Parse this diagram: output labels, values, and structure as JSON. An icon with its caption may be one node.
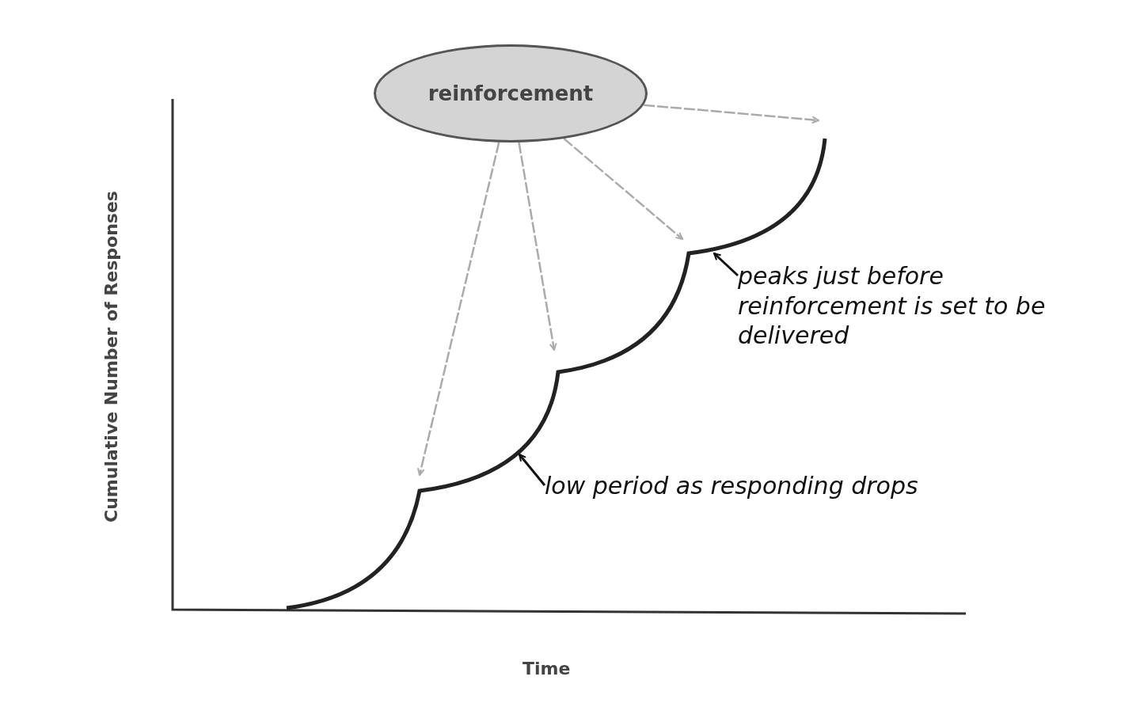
{
  "diagram": {
    "nodes": [
      {
        "text": [
          "reinforcement"
        ]
      },
      {
        "text": [
          "peaks just before reinforcement is set to be delivered"
        ]
      },
      {
        "text": [
          "low period as responding drops"
        ]
      }
    ],
    "edges": [
      {
        "from": 0,
        "to": null,
        "arrow": "to",
        "style": "dashed"
      },
      {
        "from": 0,
        "to": null,
        "arrow": "to",
        "style": "dashed"
      },
      {
        "from": 0,
        "to": null,
        "arrow": "to",
        "style": "dashed"
      },
      {
        "from": 0,
        "to": null,
        "arrow": "to",
        "style": "dashed"
      },
      {
        "from": 1,
        "to": null,
        "arrow": "to",
        "color": "#111111"
      },
      {
        "from": 2,
        "to": null,
        "arrow": "to",
        "color": "#111111"
      }
    ],
    "labels": [
      "Cumulative Number of Responses",
      "Time"
    ]
  }
}
